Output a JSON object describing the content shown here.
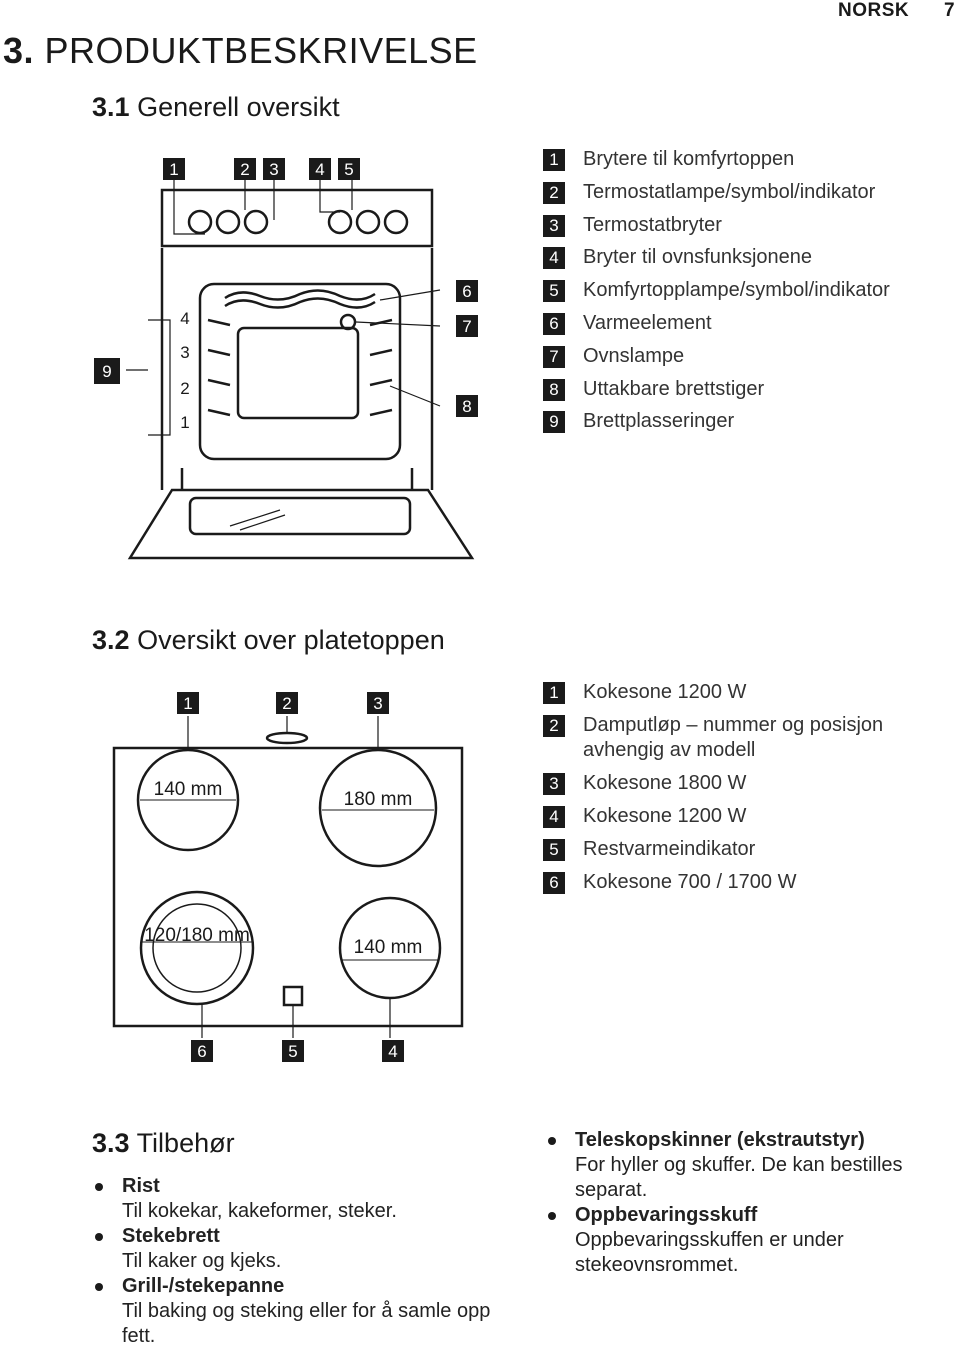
{
  "header": {
    "language": "NORSK",
    "page_number": "7"
  },
  "title": {
    "number": "3.",
    "text": "PRODUKTBESKRIVELSE"
  },
  "section1": {
    "number": "3.1",
    "heading": "Generell oversikt",
    "legend": [
      {
        "n": "1",
        "text": "Brytere til komfyrtoppen"
      },
      {
        "n": "2",
        "text": "Termostatlampe/symbol/indikator"
      },
      {
        "n": "3",
        "text": "Termostatbryter"
      },
      {
        "n": "4",
        "text": "Bryter til ovnsfunksjonene"
      },
      {
        "n": "5",
        "text": "Komfyrtopplampe/symbol/indikator"
      },
      {
        "n": "6",
        "text": "Varmeelement"
      },
      {
        "n": "7",
        "text": "Ovnslampe"
      },
      {
        "n": "8",
        "text": "Uttakbare brettstiger"
      },
      {
        "n": "9",
        "text": "Brettplasseringer"
      }
    ],
    "diagram_labels": {
      "top": [
        "1",
        "2",
        "3",
        "4",
        "5"
      ],
      "right": [
        "6",
        "7",
        "8"
      ],
      "shelves": [
        "4",
        "3",
        "2",
        "1"
      ],
      "left": "9"
    }
  },
  "section2": {
    "number": "3.2",
    "heading": "Oversikt over platetoppen",
    "legend": [
      {
        "n": "1",
        "text": "Kokesone 1200 W"
      },
      {
        "n": "2",
        "text": "Damputløp – nummer og posisjon avhengig av modell"
      },
      {
        "n": "3",
        "text": "Kokesone 1800 W"
      },
      {
        "n": "4",
        "text": "Kokesone 1200 W"
      },
      {
        "n": "5",
        "text": "Restvarmeindikator"
      },
      {
        "n": "6",
        "text": "Kokesone 700 / 1700 W"
      }
    ],
    "diagram_labels": {
      "top": [
        "1",
        "2",
        "3"
      ],
      "bottom": [
        "6",
        "5",
        "4"
      ],
      "zones": [
        "140 mm",
        "180 mm",
        "120/180 mm",
        "140 mm"
      ]
    }
  },
  "section3": {
    "number": "3.3",
    "heading": "Tilbehør",
    "items_left": [
      {
        "title": "Rist",
        "desc": "Til kokekar, kakeformer, steker."
      },
      {
        "title": "Stekebrett",
        "desc": "Til kaker og kjeks."
      },
      {
        "title": "Grill-/stekepanne",
        "desc": "Til baking og steking eller for å samle opp fett."
      }
    ],
    "items_right": [
      {
        "title": "Teleskopskinner (ekstrautstyr)",
        "desc": "For hyller og skuffer. De kan bestilles separat."
      },
      {
        "title": "Oppbevaringsskuff",
        "desc": "Oppbevaringsskuffen er under stekeovnsrommet."
      }
    ]
  }
}
